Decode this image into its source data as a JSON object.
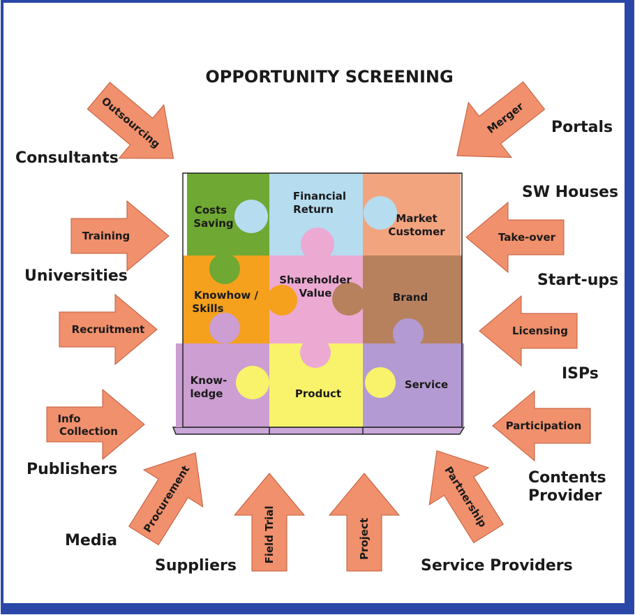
{
  "title": "OPPORTUNITY SCREENING",
  "colors": {
    "arrow_fill": "#f0906c",
    "arrow_stroke": "#c25a3a",
    "frame_blue": "#2a47a8"
  },
  "sources": {
    "consultants": "Consultants",
    "universities": "Universities",
    "publishers": "Publishers",
    "media": "Media",
    "suppliers": "Suppliers",
    "service_providers": "Service Providers",
    "portals": "Portals",
    "sw_houses": "SW Houses",
    "startups": "Start-ups",
    "isps": "ISPs",
    "contents_provider_1": "Contents",
    "contents_provider_2": "Provider"
  },
  "arrows": {
    "outsourcing": "Outsourcing",
    "training": "Training",
    "recruitment": "Recruitment",
    "info_collection_1": "Info",
    "info_collection_2": "Collection",
    "procurement": "Procurement",
    "field_trial": "Field Trial",
    "project": "Project",
    "partnership": "Partnership",
    "merger": "Merger",
    "takeover": "Take-over",
    "licensing": "Licensing",
    "participation": "Participation"
  },
  "puzzle": {
    "costs_saving_1": "Costs",
    "costs_saving_2": "Saving",
    "financial_return_1": "Financial",
    "financial_return_2": "Return",
    "market_customer_1": "Market",
    "market_customer_2": "Customer",
    "knowhow_1": "Knowhow /",
    "knowhow_2": "Skills",
    "shareholder_1": "Shareholder",
    "shareholder_2": "Value",
    "brand": "Brand",
    "knowledge_1": "Know-",
    "knowledge_2": "ledge",
    "product": "Product",
    "service": "Service"
  },
  "puzzle_colors": {
    "costs": "#6fa832",
    "financial": "#b5dcef",
    "market": "#f2a47f",
    "knowhow": "#f5a11d",
    "shareholder": "#ecaad3",
    "brand": "#b8815e",
    "knowledge": "#cc9ed1",
    "product": "#f8f36b",
    "service": "#b39ad2"
  }
}
